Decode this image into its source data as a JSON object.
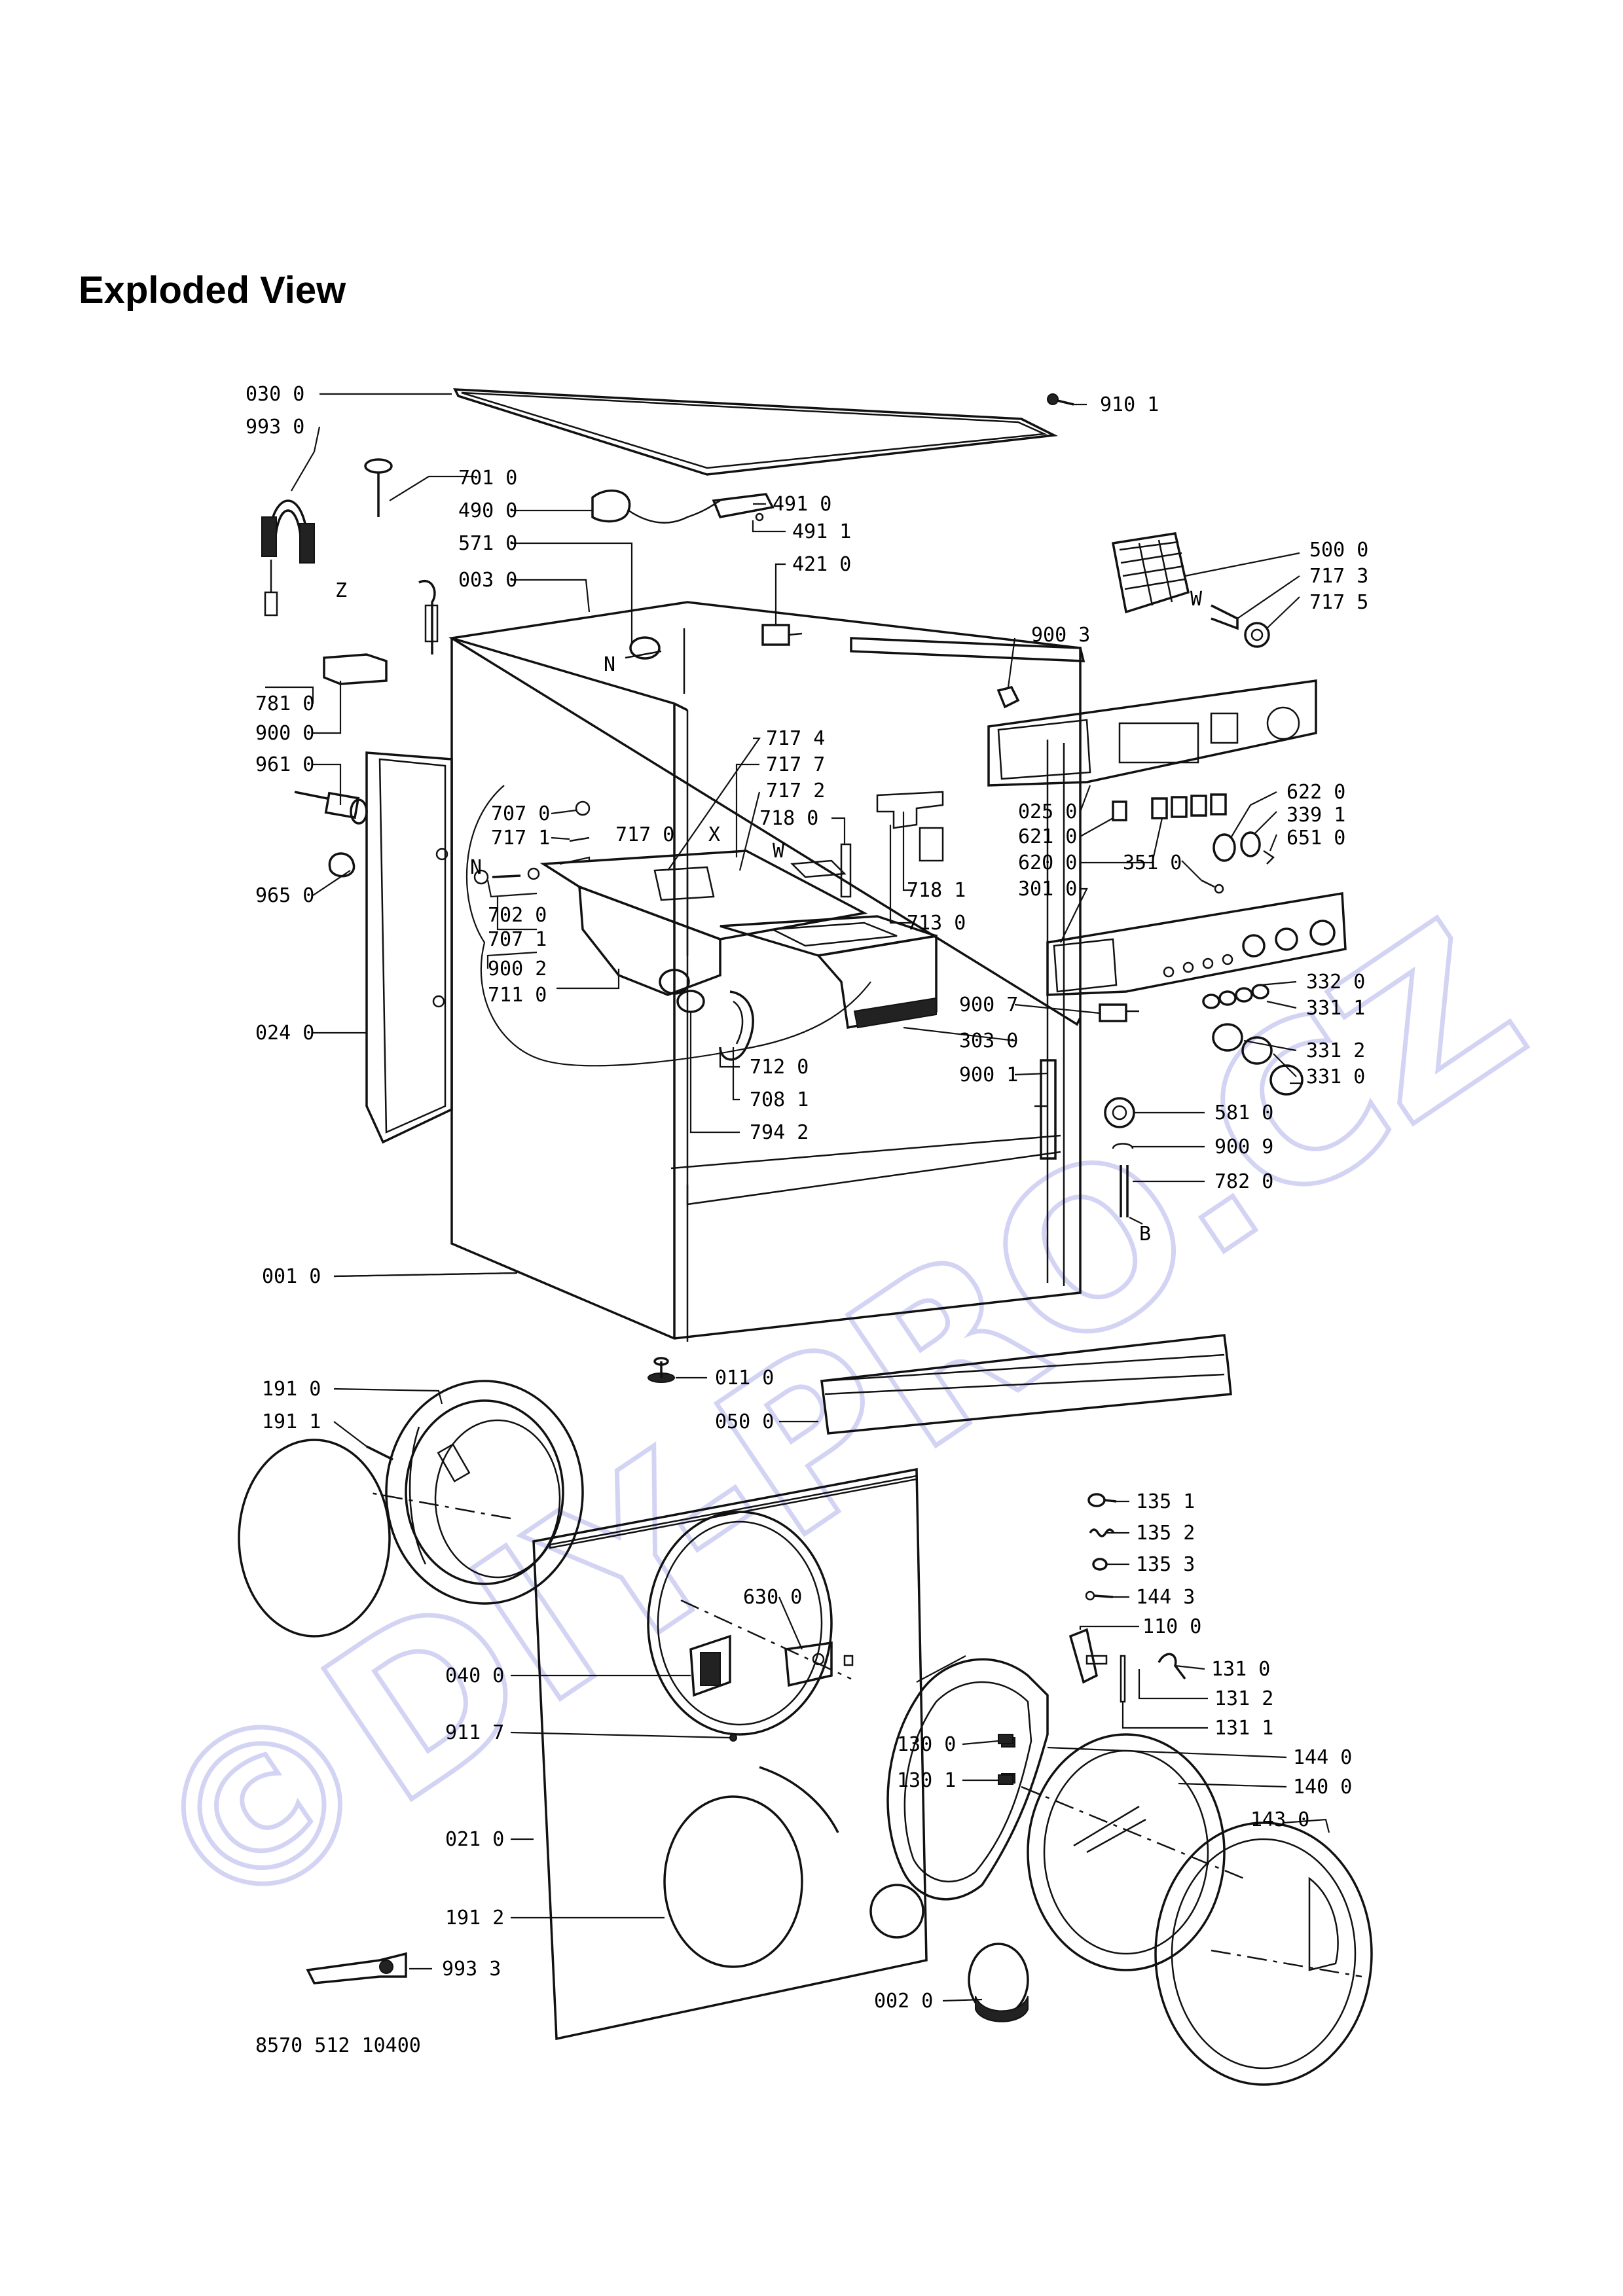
{
  "page": {
    "heading": "Exploded View",
    "watermark": "©DIY-PRO.CZ",
    "doc_number": "8570 512 10400"
  },
  "letters": {
    "z": "Z",
    "n1": "N",
    "n2": "N",
    "x": "X",
    "w1": "W",
    "w2": "W",
    "b": "B"
  },
  "parts": {
    "p0300": "030 0",
    "p9930": "993 0",
    "p7010": "701 0",
    "p4900": "490 0",
    "p5710": "571 0",
    "p0030": "003 0",
    "p7810": "781 0",
    "p9000": "900 0",
    "p9610": "961 0",
    "p9650": "965 0",
    "p0240": "024 0",
    "p7070": "707 0",
    "p7171": "717 1",
    "p7170": "717 0",
    "p7020": "702 0",
    "p7071": "707 1",
    "p9002": "900 2",
    "p7110": "711 0",
    "p7174": "717 4",
    "p7177": "717 7",
    "p7172": "717 2",
    "p7180": "718 0",
    "p7181": "718 1",
    "p7130": "713 0",
    "p7120": "712 0",
    "p7081": "708 1",
    "p7942": "794 2",
    "p9007": "900 7",
    "p3030": "303 0",
    "p9001": "900 1",
    "p9101": "910 1",
    "p4910": "491 0",
    "p4911": "491 1",
    "p4210": "421 0",
    "p5000": "500 0",
    "p7173": "717 3",
    "p7175": "717 5",
    "p9003": "900 3",
    "p0250": "025 0",
    "p6210": "621 0",
    "p6200": "620 0",
    "p3010": "301 0",
    "p3510": "351 0",
    "p6220": "622 0",
    "p3391": "339 1",
    "p6510": "651 0",
    "p3320": "332 0",
    "p3311": "331 1",
    "p3312": "331 2",
    "p3310": "331 0",
    "p5810": "581 0",
    "p9009": "900 9",
    "p7820": "782 0",
    "p0010": "001 0",
    "p0110": "011 0",
    "p0500": "050 0",
    "p1910": "191 0",
    "p1911": "191 1",
    "p1912": "191 2",
    "p6300": "630 0",
    "p0400": "040 0",
    "p9117": "911 7",
    "p0210": "021 0",
    "p9933": "993 3",
    "p0020": "002 0",
    "p1351": "135 1",
    "p1352": "135 2",
    "p1353": "135 3",
    "p1443": "144 3",
    "p1100": "110 0",
    "p1310": "131 0",
    "p1312": "131 2",
    "p1311": "131 1",
    "p1300": "130 0",
    "p1301": "130 1",
    "p1440": "144 0",
    "p1400": "140 0",
    "p1430": "143 0"
  }
}
